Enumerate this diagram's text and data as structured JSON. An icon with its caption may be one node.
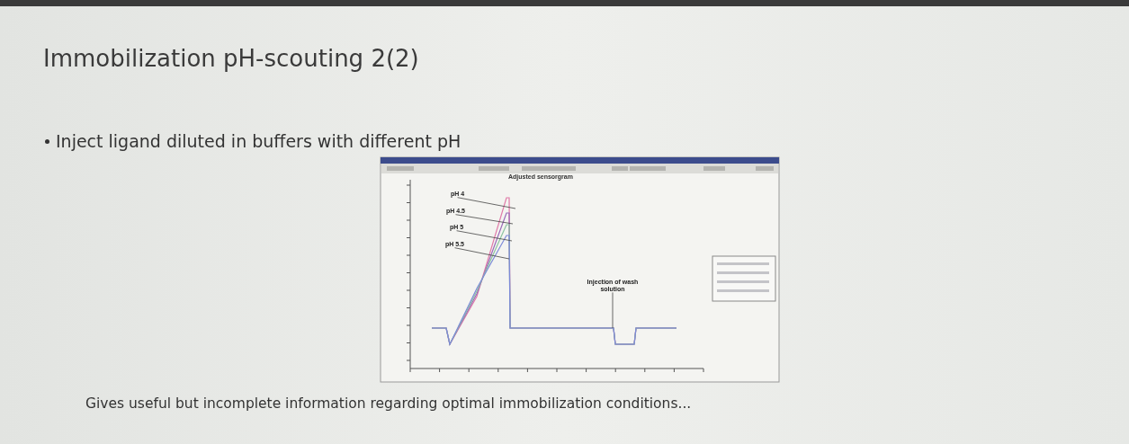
{
  "diagram": {
    "title": "Immobilization pH-scouting 2(2)",
    "nodes": [
      {
        "text": [
          "pH 4"
        ]
      },
      {
        "text": [
          "pH 4.5"
        ]
      },
      {
        "text": [
          "pH 5"
        ]
      },
      {
        "text": [
          "pH 5.5"
        ]
      },
      {
        "text": [
          "Injection of wash solution"
        ]
      }
    ],
    "edges": [
      {
        "from": 0,
        "to": null,
        "arrow": "none"
      },
      {
        "from": 1,
        "to": null,
        "arrow": "none"
      },
      {
        "from": 2,
        "to": null,
        "arrow": "none"
      },
      {
        "from": 3,
        "to": null,
        "arrow": "none"
      },
      {
        "from": 4,
        "to": null,
        "arrow": "none"
      }
    ],
    "labels": [
      "Inject ligand diluted in buffers with different pH",
      "Adjusted sensorgram",
      "Gives useful but incomplete information regarding optimal immobilization conditions..."
    ]
  }
}
